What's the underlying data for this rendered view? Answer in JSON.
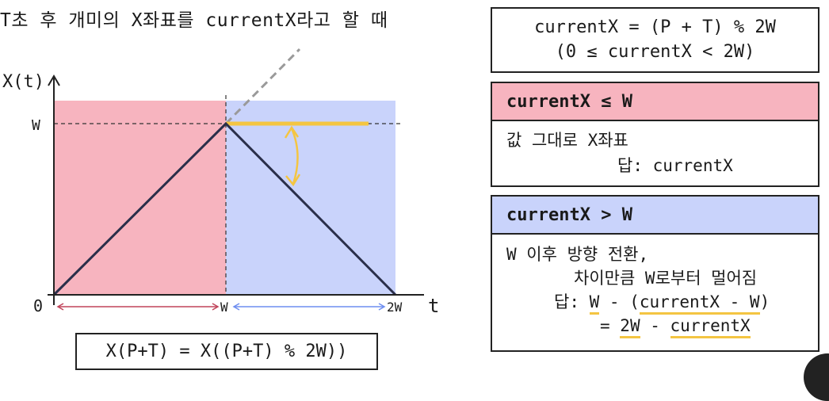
{
  "heading": "T초 후 개미의 X좌표를 currentX라고 할 때",
  "graph": {
    "y_axis_label": "X(t)",
    "x_axis_label": "t",
    "y_tick_W": "W",
    "x_tick_0": "0",
    "x_tick_W": "W",
    "x_tick_2W": "2W",
    "colors": {
      "left_region": "#f7b4bf",
      "right_region": "#c9d3fb",
      "highlight": "#f4c542",
      "left_arrow": "#c0445a",
      "right_arrow": "#6e8ef0"
    }
  },
  "formula": {
    "line1": "currentX = (P + T) % 2W",
    "line2": "(0 ≤ currentX < 2W)"
  },
  "case1": {
    "title": "currentX ≤ W",
    "line1": "값 그대로 X좌표",
    "line2": "답: currentX"
  },
  "case2": {
    "title": "currentX > W",
    "line1": "W 이후 방향 전환,",
    "line2": "차이만큼 W로부터 멀어짐",
    "answer_prefix": "답: ",
    "answer_w": "W",
    "answer_mid": " - (",
    "answer_cx": "currentX - W",
    "answer_end": ")",
    "eq_prefix": "= ",
    "eq_2w": "2W",
    "eq_mid": " - ",
    "eq_cx": "currentX"
  },
  "bottom_formula": "X(P+T) = X((P+T) % 2W))"
}
